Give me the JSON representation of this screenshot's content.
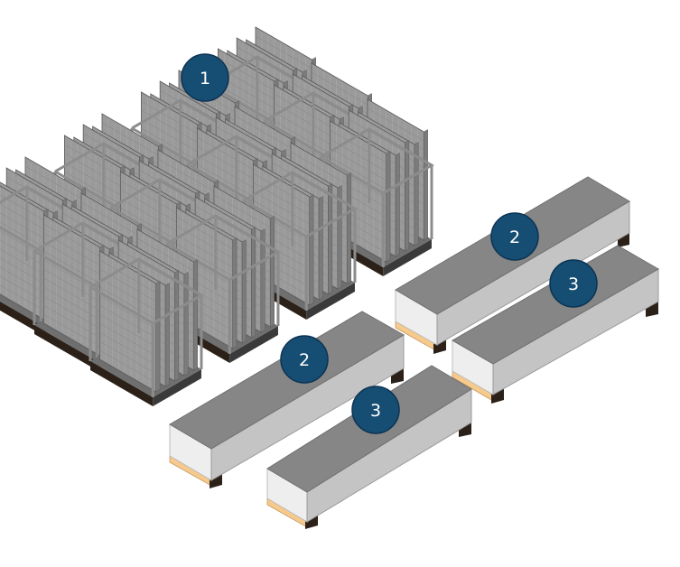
{
  "callouts": [
    {
      "id": "c1",
      "label": "1"
    },
    {
      "id": "c2a",
      "label": "2"
    },
    {
      "id": "c2b",
      "label": "2"
    },
    {
      "id": "c3a",
      "label": "3"
    },
    {
      "id": "c3b",
      "label": "3"
    }
  ],
  "colors": {
    "callout_fill": "#164d72",
    "callout_stroke": "#0c3352",
    "rack_face": "#9a9a9a",
    "rack_dark": "#5b5b5b",
    "crate_top": "#868686",
    "crate_front": "#eeeeee",
    "crate_side": "#c4c4c4",
    "pallet_wood": "#f6c98c",
    "pallet_dark": "#2b2118"
  }
}
